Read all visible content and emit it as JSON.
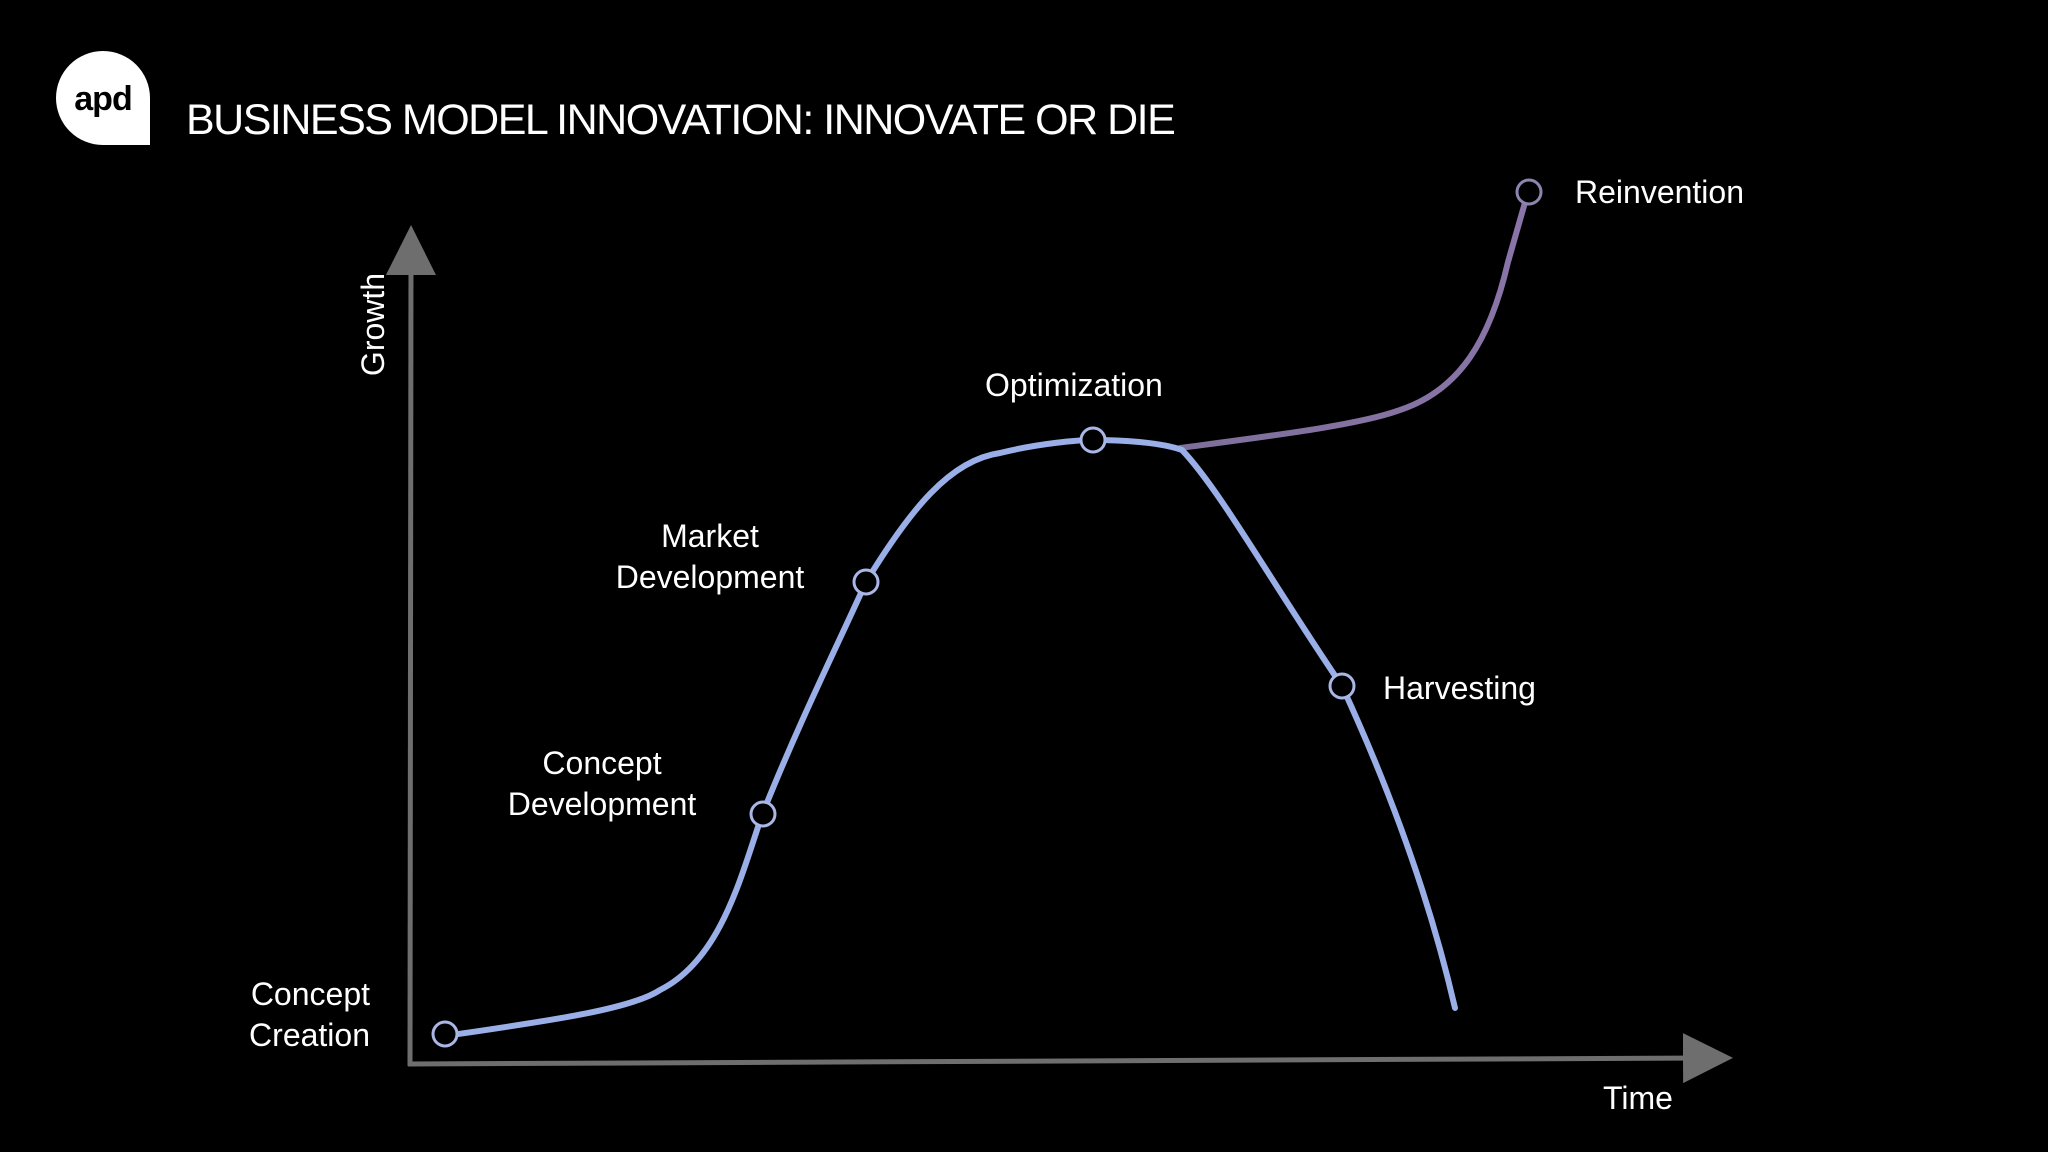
{
  "header": {
    "logo_text": "apd",
    "title": "BUSINESS MODEL INNOVATION: INNOVATE OR DIE"
  },
  "axes": {
    "y_label": "Growth",
    "x_label": "Time"
  },
  "stages": [
    {
      "name": "concept-creation",
      "line1": "Concept",
      "line2": "Creation"
    },
    {
      "name": "concept-development",
      "line1": "Concept",
      "line2": "Development"
    },
    {
      "name": "market-development",
      "line1": "Market",
      "line2": "Development"
    },
    {
      "name": "optimization",
      "line1": "Optimization",
      "line2": ""
    },
    {
      "name": "harvesting",
      "line1": "Harvesting",
      "line2": ""
    },
    {
      "name": "reinvention",
      "line1": "Reinvention",
      "line2": ""
    }
  ],
  "colors": {
    "background": "#000000",
    "main_curve": "#9aaee8",
    "reinvention_curve": "#7b6a9e",
    "axis": "#6e6e6e",
    "node_stroke": "#a9b6e6",
    "text": "#ffffff"
  }
}
